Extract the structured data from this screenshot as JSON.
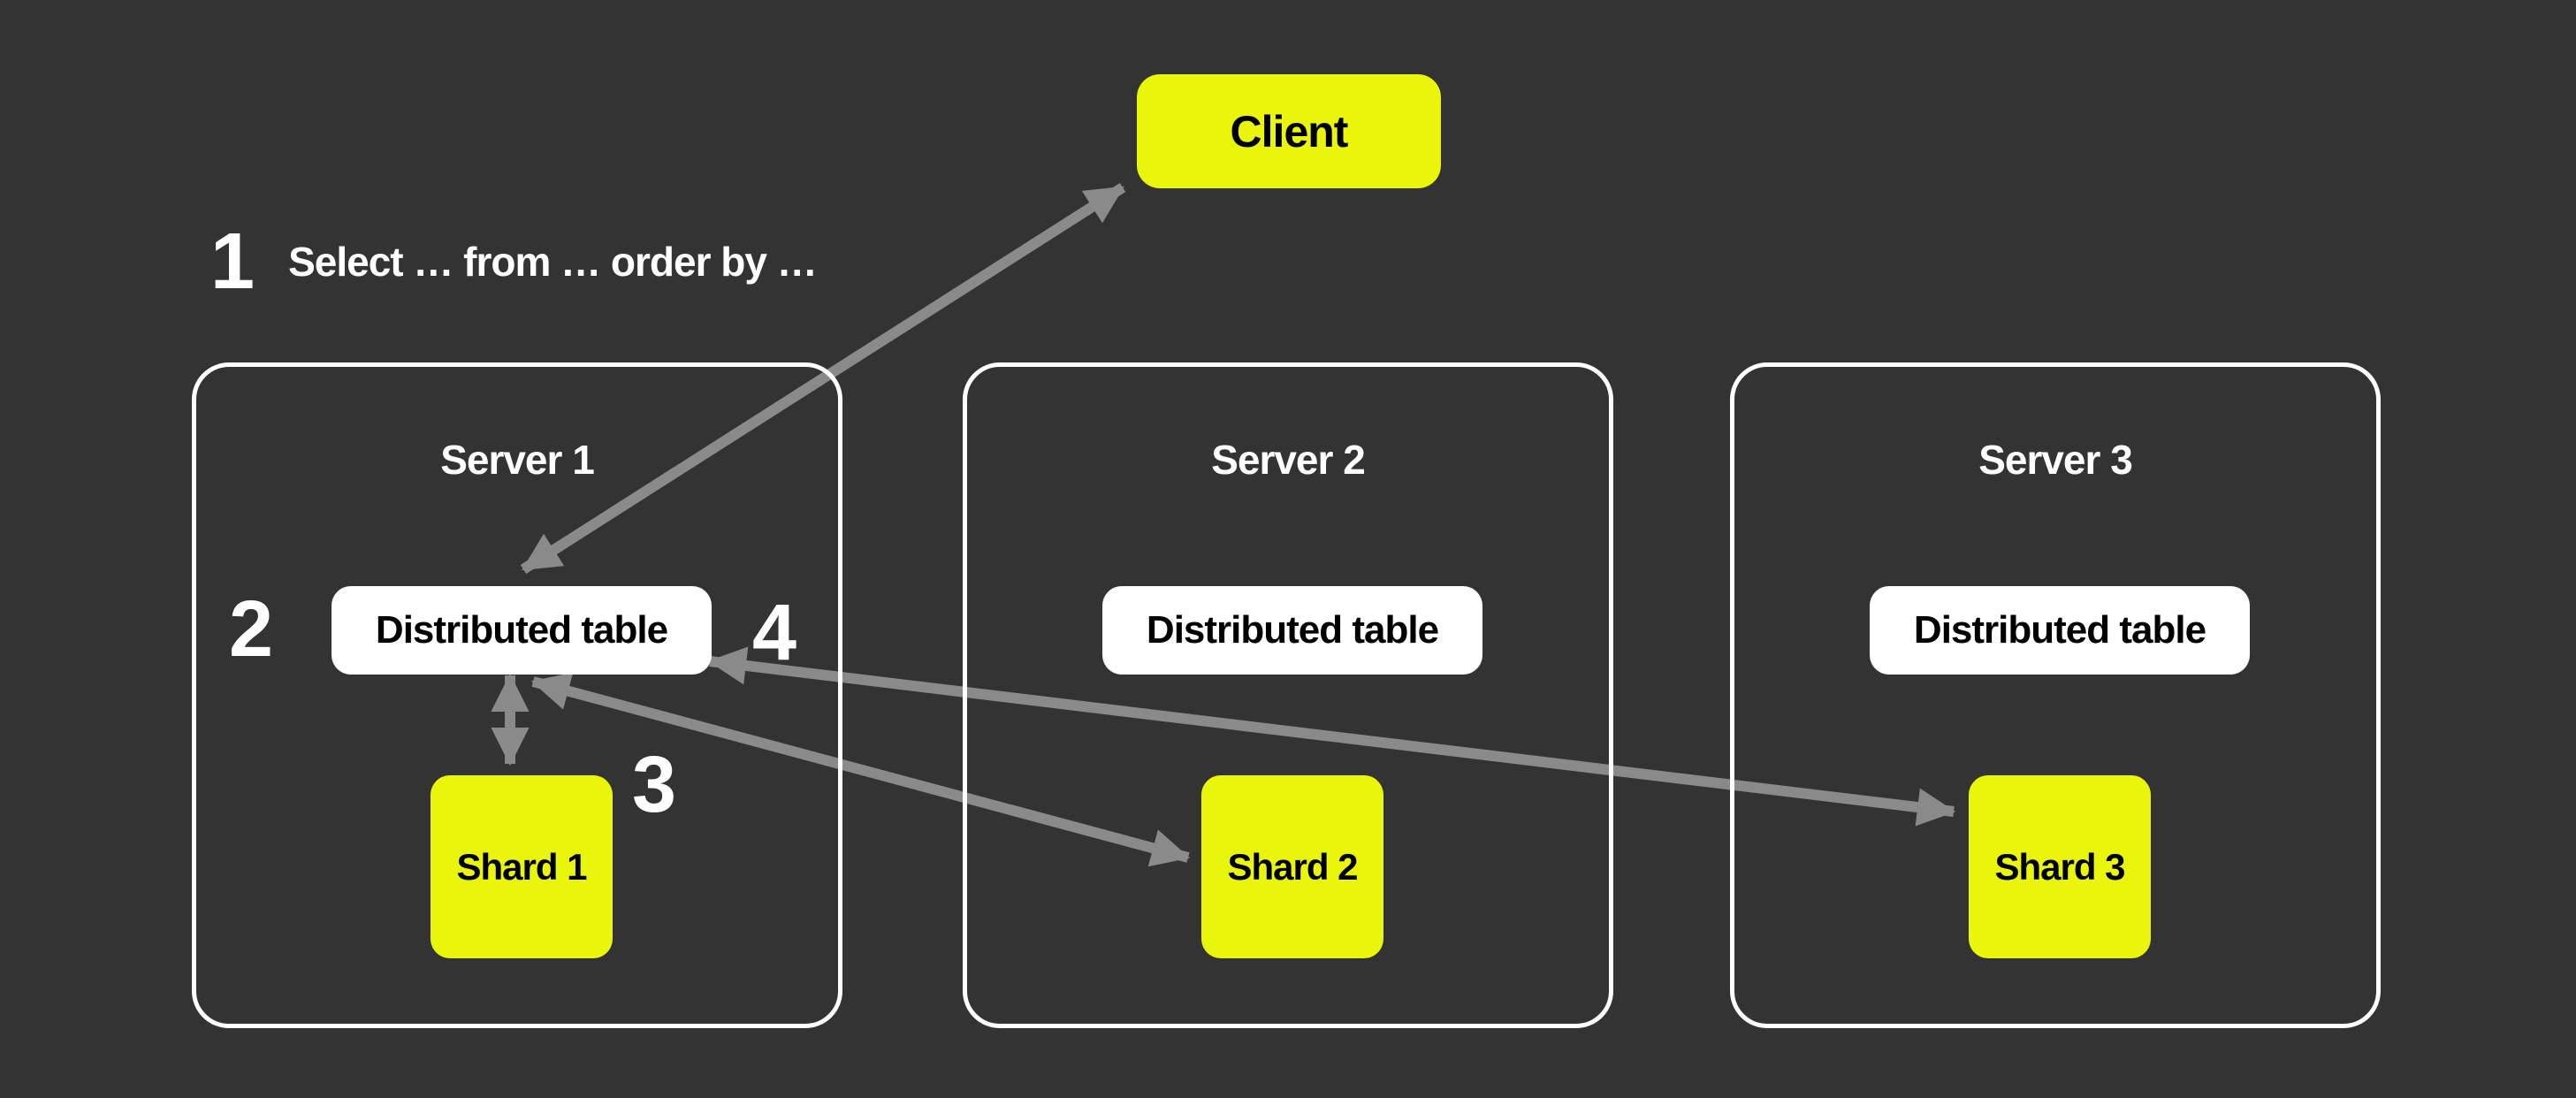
{
  "colors": {
    "background": "#333333",
    "accent_yellow": "#e9f50a",
    "arrow_gray": "#8a8a8a",
    "box_white": "#ffffff",
    "text_black": "#000000",
    "text_white": "#ffffff"
  },
  "client": {
    "label": "Client"
  },
  "step": {
    "number": "1",
    "query": "Select … from … order by …"
  },
  "flow_numbers": {
    "two": "2",
    "three": "3",
    "four": "4"
  },
  "servers": [
    {
      "title": "Server 1",
      "table": "Distributed table",
      "shard": "Shard 1"
    },
    {
      "title": "Server 2",
      "table": "Distributed table",
      "shard": "Shard 2"
    },
    {
      "title": "Server 3",
      "table": "Distributed table",
      "shard": "Shard 3"
    }
  ]
}
